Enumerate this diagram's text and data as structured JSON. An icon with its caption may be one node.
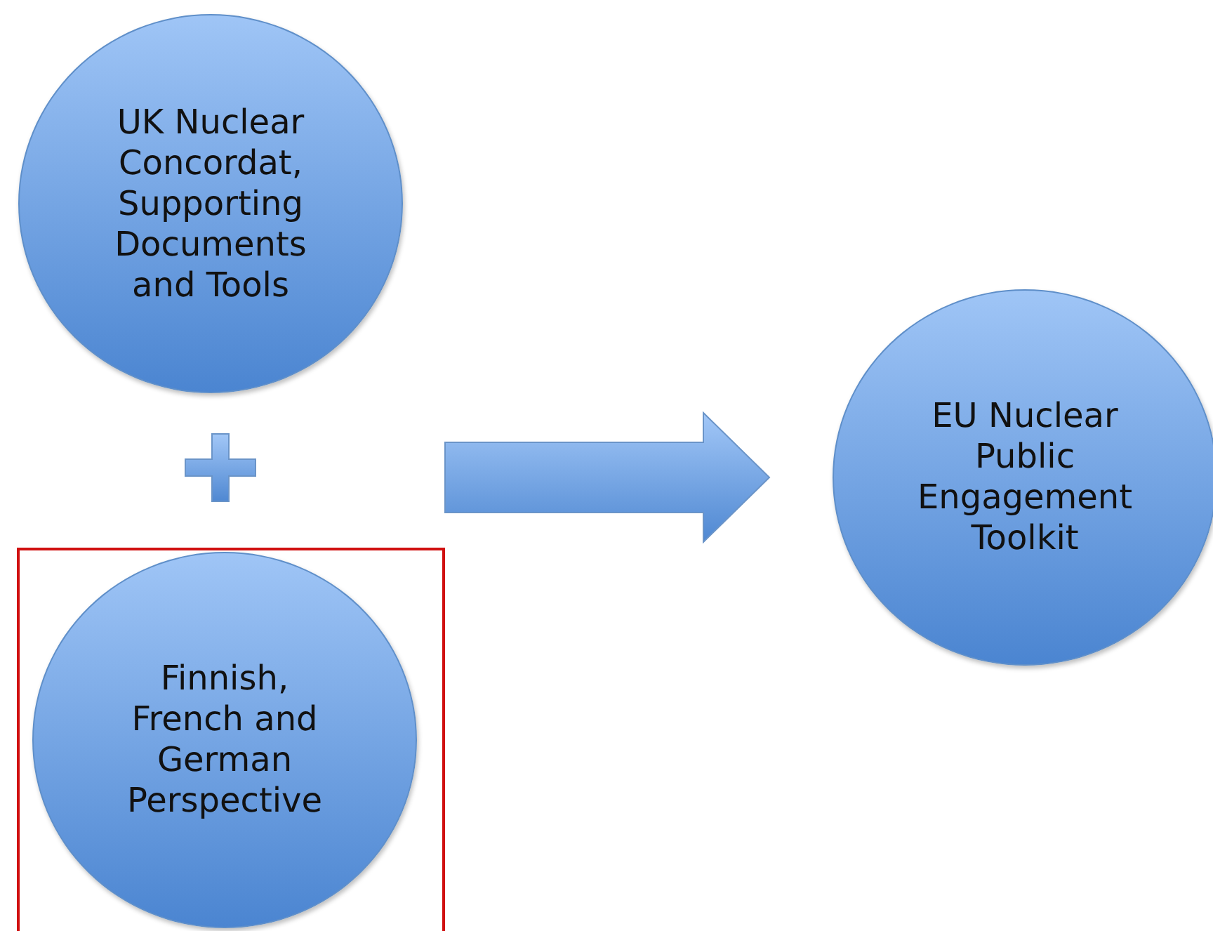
{
  "diagram": {
    "nodes": [
      {
        "text": [
          "UK Nuclear Concordat, Supporting Documents and Tools"
        ]
      },
      {
        "text": [],
        "shape": "box"
      },
      {
        "text": [
          "Finnish, French and German Perspective"
        ],
        "in": 1
      },
      {
        "text": [
          "EU Nuclear Public Engagement Toolkit"
        ]
      }
    ],
    "edges": [
      {
        "from": 0,
        "to": 3,
        "arrow": "to"
      },
      {
        "from": 2,
        "to": 3,
        "arrow": "to"
      }
    ]
  }
}
